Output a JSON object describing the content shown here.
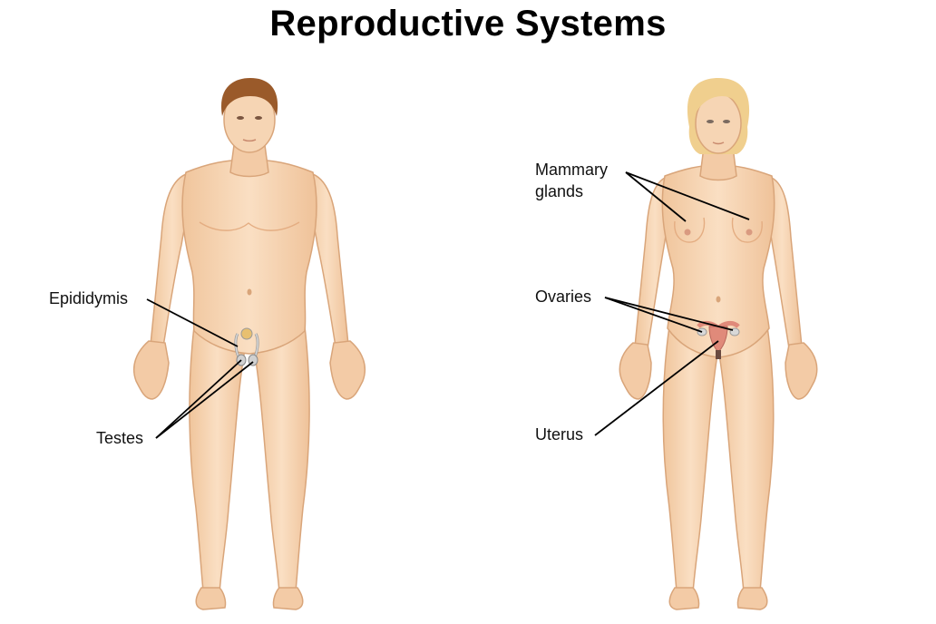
{
  "title": "Reproductive Systems",
  "male": {
    "labels": {
      "epididymis": "Epididymis",
      "testes": "Testes"
    }
  },
  "female": {
    "labels": {
      "mammary_line1": "Mammary",
      "mammary_line2": "glands",
      "ovaries": "Ovaries",
      "uterus": "Uterus"
    }
  },
  "colors": {
    "skin": "#f6d5b4",
    "skin_shadow": "#e9b98e",
    "skin_outline": "#d9a57a",
    "male_hair": "#9a5a2a",
    "female_hair": "#f0cf8e",
    "organ_gray": "#c9c9c9",
    "uterus_pink": "#e08a7a",
    "leader_line": "#000000"
  }
}
